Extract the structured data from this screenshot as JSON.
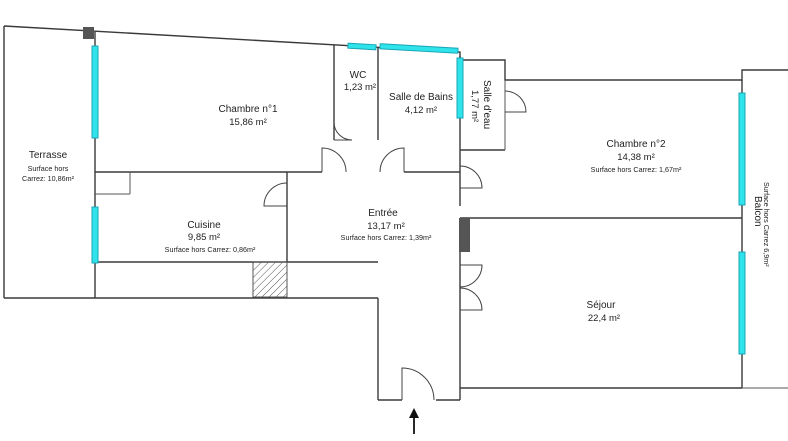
{
  "rooms": {
    "terrasse": {
      "name": "Terrasse",
      "note_line1": "Surface hors",
      "note_line2": "Carrez: 10,86m²"
    },
    "chambre1": {
      "name": "Chambre n°1",
      "area": "15,86  m²"
    },
    "wc": {
      "name": "WC",
      "area": "1,23  m²"
    },
    "sdb": {
      "name": "Salle de Bains",
      "area": "4,12  m²"
    },
    "salle_eau": {
      "name": "Salle d'eau",
      "area": "1,77  m²"
    },
    "chambre2": {
      "name": "Chambre n°2",
      "area": "14,38  m²",
      "note": "Surface hors Carrez: 1,67m²"
    },
    "cuisine": {
      "name": "Cuisine",
      "area": "9,85  m²",
      "note": "Surface hors Carrez: 0,86m²"
    },
    "entree": {
      "name": "Entrée",
      "area": "13,17  m²",
      "note": "Surface hors Carrez: 1,39m²"
    },
    "sejour": {
      "name": "Séjour",
      "area": "22,4  m²"
    },
    "balcon": {
      "name": "Balcon",
      "note": "Surface hors Carrez 6,9m²"
    }
  },
  "colors": {
    "wall": "#3a3a3a",
    "window": "#2fe3ea",
    "hatch": "#555555"
  },
  "icons": {
    "entrance": "up-arrow-icon"
  }
}
